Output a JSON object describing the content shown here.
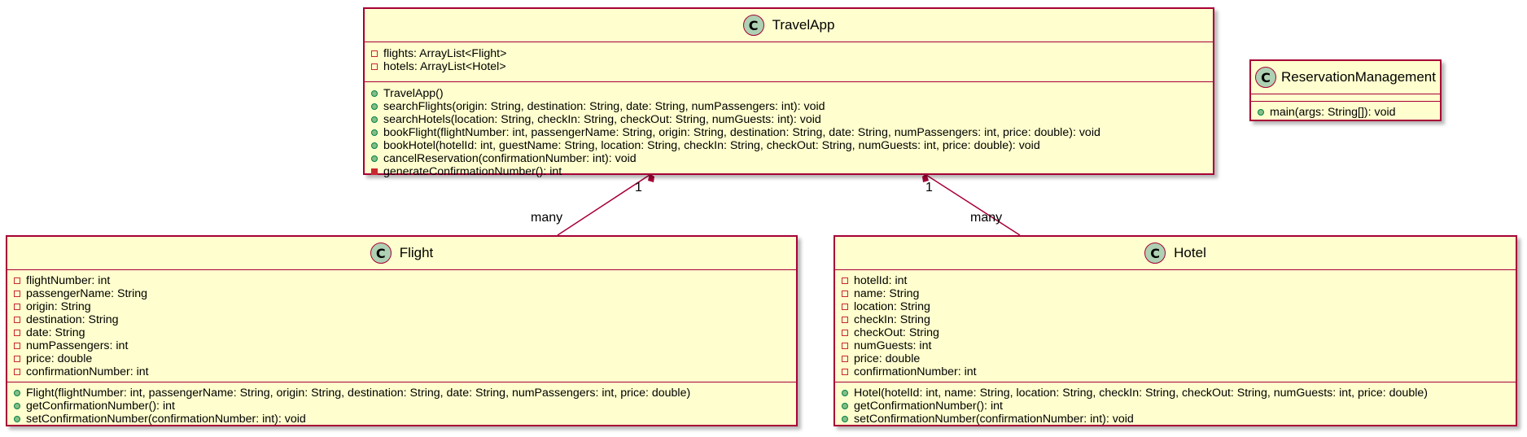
{
  "diagram": {
    "classes": [
      {
        "id": "travelapp",
        "name": "TravelApp",
        "stereotype_glyph": "C",
        "attributes": [
          {
            "visibility": "private",
            "text": "flights: ArrayList<Flight>"
          },
          {
            "visibility": "private",
            "text": "hotels: ArrayList<Hotel>"
          }
        ],
        "methods": [
          {
            "visibility": "public",
            "text": "TravelApp()"
          },
          {
            "visibility": "public",
            "text": "searchFlights(origin: String, destination: String, date: String, numPassengers: int): void"
          },
          {
            "visibility": "public",
            "text": "searchHotels(location: String, checkIn: String, checkOut: String, numGuests: int): void"
          },
          {
            "visibility": "public",
            "text": "bookFlight(flightNumber: int, passengerName: String, origin: String, destination: String, date: String, numPassengers: int, price: double): void"
          },
          {
            "visibility": "public",
            "text": "bookHotel(hotelId: int, guestName: String, location: String, checkIn: String, checkOut: String, numGuests: int, price: double): void"
          },
          {
            "visibility": "public",
            "text": "cancelReservation(confirmationNumber: int): void"
          },
          {
            "visibility": "private-method",
            "text": "generateConfirmationNumber(): int"
          }
        ]
      },
      {
        "id": "reservationmanagement",
        "name": "ReservationManagement",
        "stereotype_glyph": "C",
        "attributes": [],
        "methods": [
          {
            "visibility": "public",
            "text": "main(args: String[]): void"
          }
        ]
      },
      {
        "id": "flight",
        "name": "Flight",
        "stereotype_glyph": "C",
        "attributes": [
          {
            "visibility": "private",
            "text": "flightNumber: int"
          },
          {
            "visibility": "private",
            "text": "passengerName: String"
          },
          {
            "visibility": "private",
            "text": "origin: String"
          },
          {
            "visibility": "private",
            "text": "destination: String"
          },
          {
            "visibility": "private",
            "text": "date: String"
          },
          {
            "visibility": "private",
            "text": "numPassengers: int"
          },
          {
            "visibility": "private",
            "text": "price: double"
          },
          {
            "visibility": "private",
            "text": "confirmationNumber: int"
          }
        ],
        "methods": [
          {
            "visibility": "public",
            "text": "Flight(flightNumber: int, passengerName: String, origin: String, destination: String, date: String, numPassengers: int, price: double)"
          },
          {
            "visibility": "public",
            "text": "getConfirmationNumber(): int"
          },
          {
            "visibility": "public",
            "text": "setConfirmationNumber(confirmationNumber: int): void"
          }
        ]
      },
      {
        "id": "hotel",
        "name": "Hotel",
        "stereotype_glyph": "C",
        "attributes": [
          {
            "visibility": "private",
            "text": "hotelId: int"
          },
          {
            "visibility": "private",
            "text": "name: String"
          },
          {
            "visibility": "private",
            "text": "location: String"
          },
          {
            "visibility": "private",
            "text": "checkIn: String"
          },
          {
            "visibility": "private",
            "text": "checkOut: String"
          },
          {
            "visibility": "private",
            "text": "numGuests: int"
          },
          {
            "visibility": "private",
            "text": "price: double"
          },
          {
            "visibility": "private",
            "text": "confirmationNumber: int"
          }
        ],
        "methods": [
          {
            "visibility": "public",
            "text": "Hotel(hotelId: int, name: String, location: String, checkIn: String, checkOut: String, numGuests: int, price: double)"
          },
          {
            "visibility": "public",
            "text": "getConfirmationNumber(): int"
          },
          {
            "visibility": "public",
            "text": "setConfirmationNumber(confirmationNumber: int): void"
          }
        ]
      }
    ],
    "relations": [
      {
        "type": "composition",
        "from": "travelapp",
        "to": "flight",
        "from_multiplicity": "1",
        "to_multiplicity": "many"
      },
      {
        "type": "composition",
        "from": "travelapp",
        "to": "hotel",
        "from_multiplicity": "1",
        "to_multiplicity": "many"
      }
    ]
  },
  "colors": {
    "class_fill": "#FEFECE",
    "class_border": "#A80036",
    "badge_fill": "#ADD1B2",
    "private_marker": "#C82930",
    "public_marker": "#84BE84",
    "edge": "#A80036"
  },
  "icons": {
    "class_badge": "class-c-icon",
    "private_field": "private-visibility-icon",
    "public_method": "public-visibility-icon",
    "private_method": "private-method-visibility-icon",
    "composition_end": "filled-diamond-icon"
  }
}
